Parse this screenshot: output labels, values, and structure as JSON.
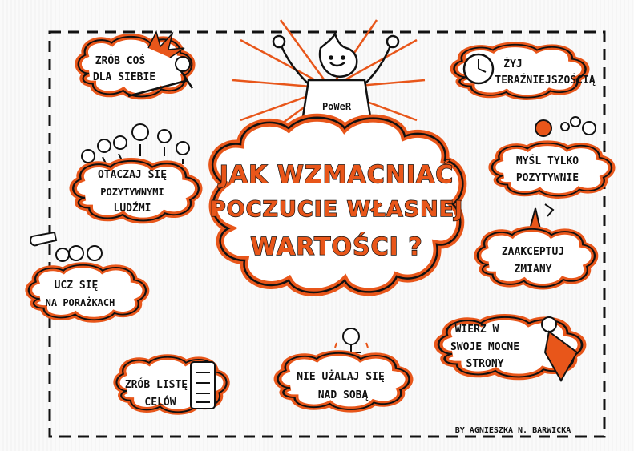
{
  "title": {
    "line1": "JAK WZMACNIAĆ",
    "line2": "POCZUCIE WŁASNEJ",
    "line3": "WARTOŚCI ?"
  },
  "shirt_text": "PoWeR",
  "clouds": {
    "zrob_cos": [
      "ZRÓB COŚ",
      "DLA SIEBIE"
    ],
    "zyj": [
      "ŻYJ",
      "TERAŹNIEJSZOŚCIĄ"
    ],
    "otaczaj": [
      "OTACZAJ SIĘ",
      "POZYTYWNYMI",
      "LUDŹMI"
    ],
    "mysl": [
      "MYŚL TYLKO",
      "POZYTYWNIE"
    ],
    "zaakceptuj": [
      "ZAAKCEPTUJ",
      "ZMIANY"
    ],
    "ucz": [
      "UCZ SIĘ",
      "NA PORAŻKACH"
    ],
    "wierz": [
      "WIERZ W",
      "SWOJE MOCNE",
      "STRONY"
    ],
    "zrob_liste": [
      "ZRÓB LISTĘ",
      "CELÓW"
    ],
    "nie_uzalaj": [
      "NIE UŻALAJ SIĘ",
      "NAD SOBĄ"
    ]
  },
  "signature": "BY AGNIESZKA N. BARWICKA",
  "colors": {
    "accent": "#e8561a",
    "ink": "#111111",
    "paper": "#fafafa"
  }
}
